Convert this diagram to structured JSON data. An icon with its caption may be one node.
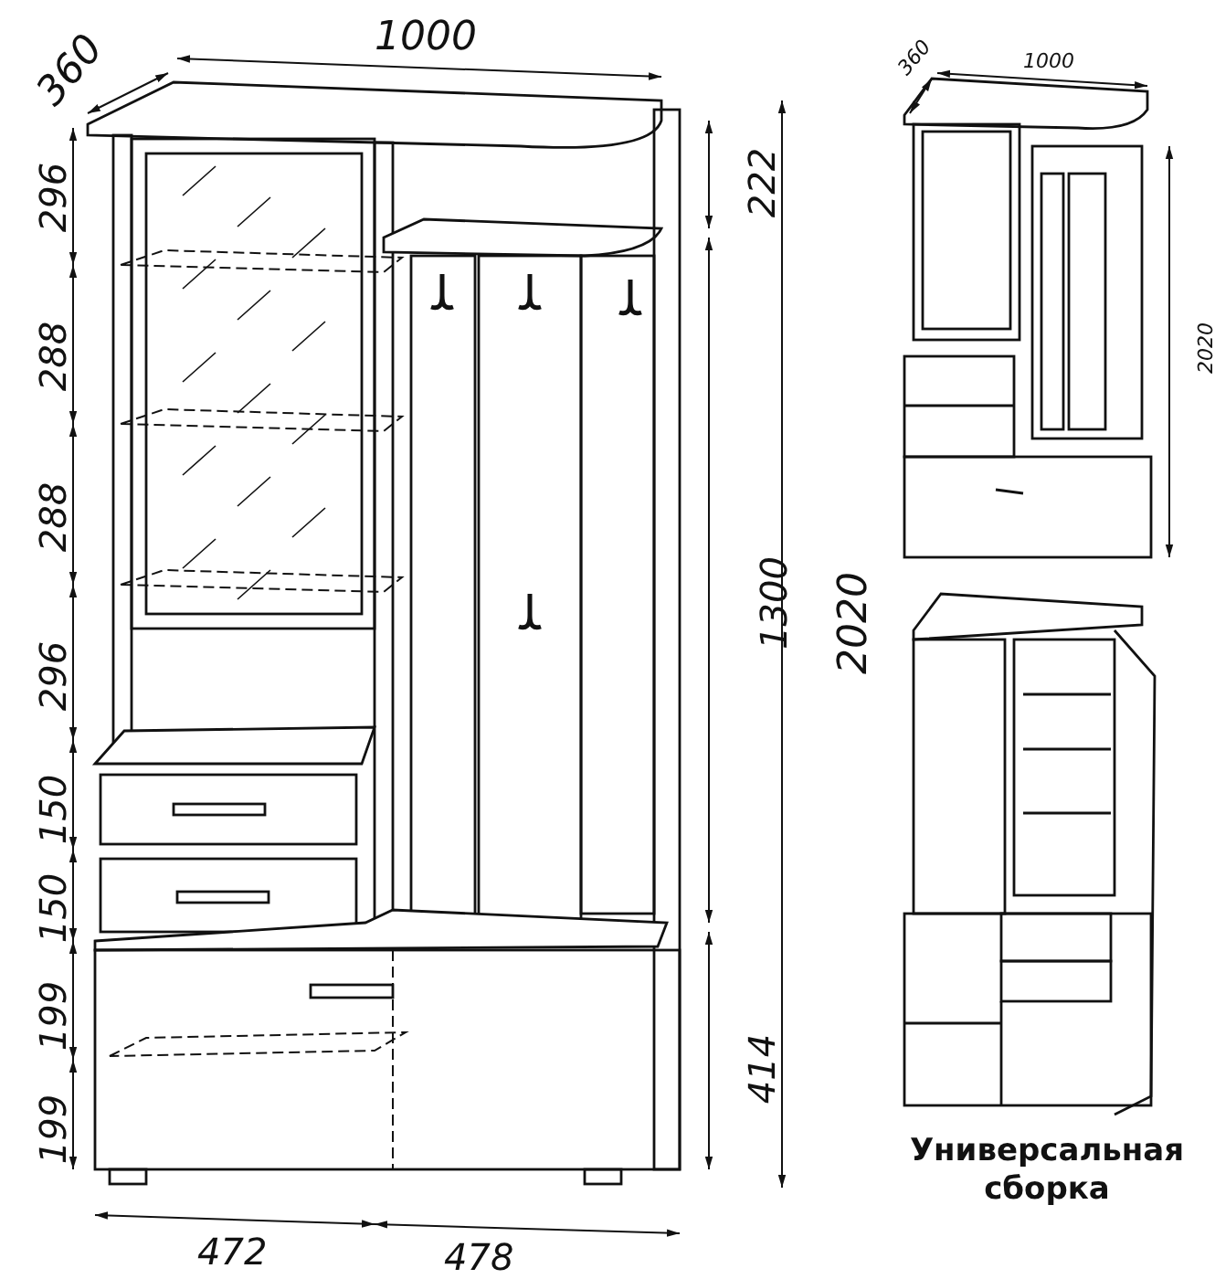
{
  "diagram": {
    "caption": "Универсальная сборка",
    "labels": [
      "360",
      "1000",
      "296",
      "222",
      "288",
      "288",
      "1300",
      "2020",
      "296",
      "150",
      "150",
      "199",
      "414",
      "199",
      "472",
      "478",
      "360",
      "1000",
      "2020"
    ]
  }
}
